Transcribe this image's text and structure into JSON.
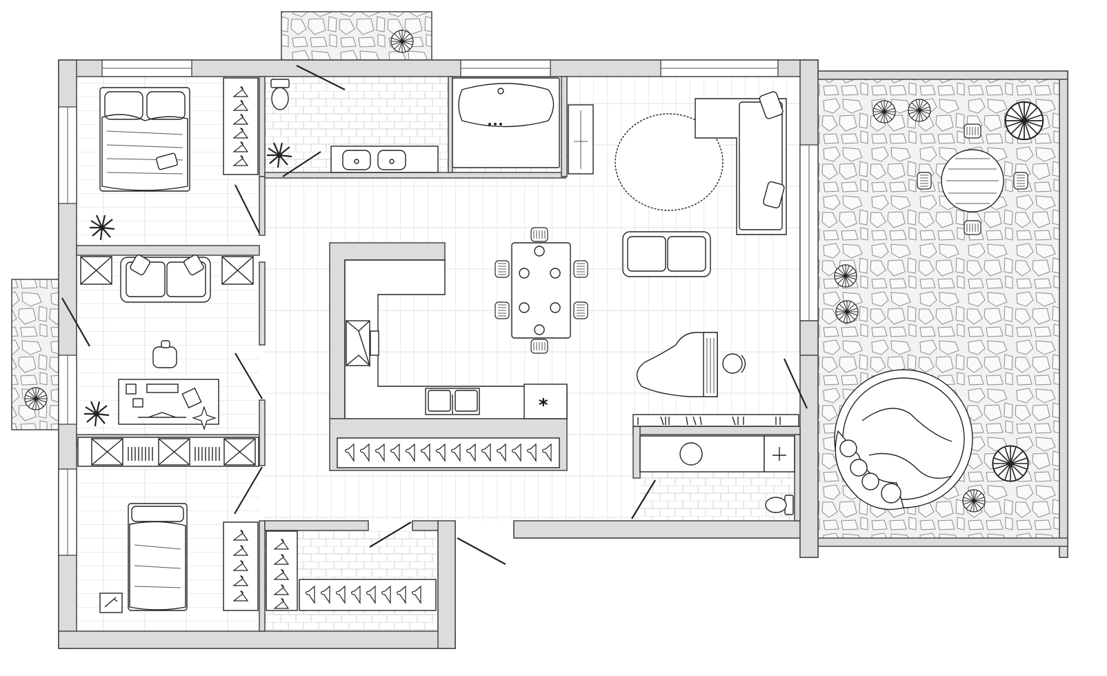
{
  "plan": {
    "stove_glyph": "*",
    "colors": {
      "wall": "#dcdcdc",
      "outline": "#222222",
      "floor": "#ffffff",
      "tile": "#cfcfcf"
    },
    "rooms": [
      "master-bedroom",
      "office",
      "kids-bedroom",
      "bathroom",
      "closet",
      "kitchen-dining",
      "living-room",
      "guest-bath",
      "terrace",
      "balcony-north",
      "balcony-west"
    ],
    "icons": [
      "bed-icon",
      "sofa-icon",
      "bathtub-icon",
      "toilet-icon",
      "sink-icon",
      "hanger-icon",
      "plant-icon",
      "piano-icon",
      "dining-table-icon",
      "hot-tub-icon",
      "rug-icon",
      "desk-icon"
    ]
  }
}
